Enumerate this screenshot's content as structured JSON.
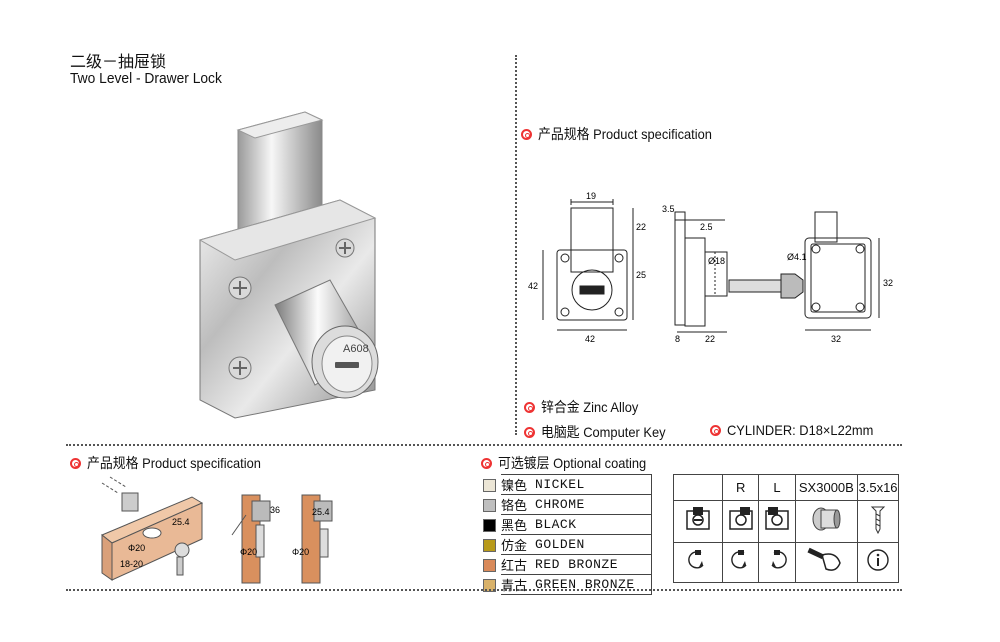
{
  "header": {
    "title_cn": "二级－抽屉锁",
    "title_en": "Two Level - Drawer Lock"
  },
  "product_image": {
    "key_marking": "A608"
  },
  "spec_top": {
    "heading": "产品规格 Product specification",
    "dims": {
      "front_width_top": "19",
      "front_height_top": "22",
      "front_height_mid": "25",
      "front_height_total": "42",
      "front_width_total": "42",
      "side_a": "3.5",
      "side_b": "2.5",
      "side_diameter": "Ø18",
      "side_bottom_a": "8",
      "side_bottom_b": "22",
      "back_hole": "Ø4.1",
      "back_height": "32",
      "back_width": "32"
    }
  },
  "materials": {
    "material": "锌合金 Zinc Alloy",
    "key": "电脑匙 Computer Key",
    "cylinder": "CYLINDER: D18×L22mm"
  },
  "spec_bottom": {
    "heading": "产品规格 Product specification",
    "dims": {
      "d1": "25.4",
      "d2": "Φ20",
      "d3": "18-20",
      "d4": "36",
      "d5": "Φ20",
      "d6": "25.4",
      "d7": "Φ20"
    }
  },
  "coating": {
    "heading": "可选镀层 Optional coating",
    "rows": [
      {
        "cn": "镍色",
        "en": "NICKEL",
        "color": "#ece6d6"
      },
      {
        "cn": "铬色",
        "en": "CHROME",
        "color": "#bfbfbf"
      },
      {
        "cn": "黑色",
        "en": "BLACK",
        "color": "#000000"
      },
      {
        "cn": "仿金",
        "en": "GOLDEN",
        "color": "#b89a1a"
      },
      {
        "cn": "红古",
        "en": "RED BRONZE",
        "color": "#d98a5a"
      },
      {
        "cn": "青古",
        "en": "GREEN BRONZE",
        "color": "#d9b26a"
      }
    ]
  },
  "options": {
    "headers": [
      "",
      "R",
      "L",
      "SX3000B",
      "3.5x16"
    ]
  }
}
